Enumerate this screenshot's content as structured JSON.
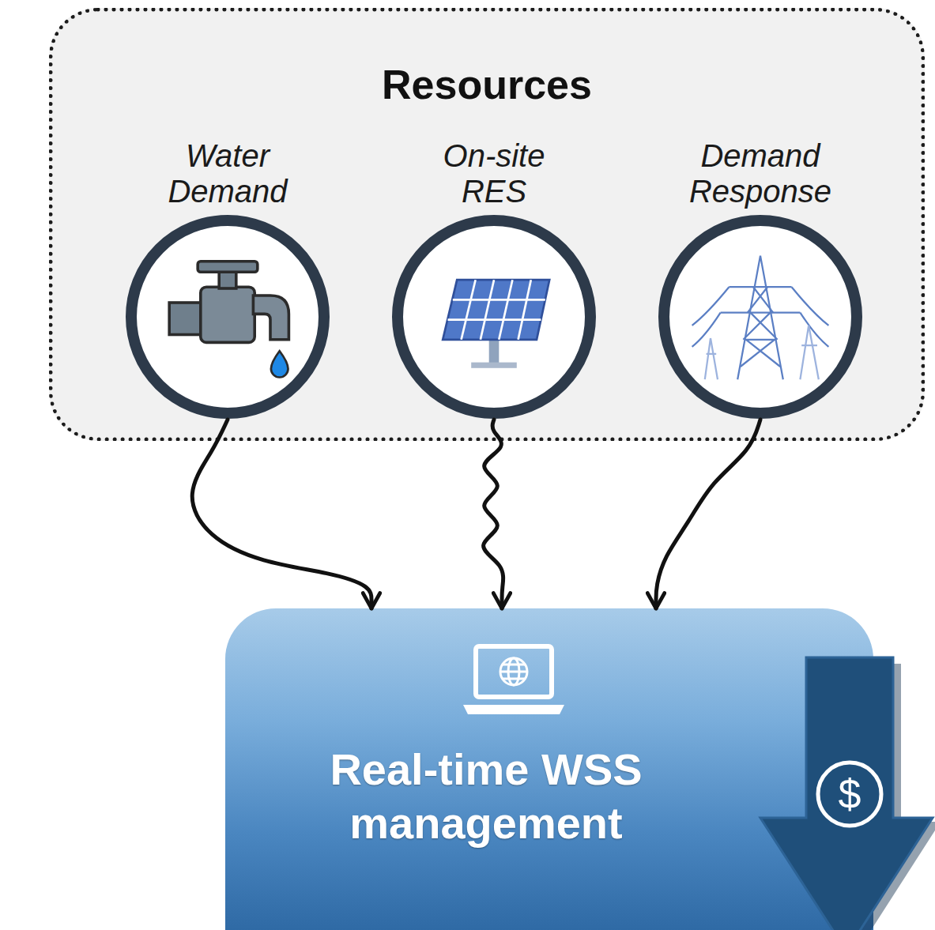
{
  "diagram": {
    "nodes": [
      {
        "text": [
          "Resources"
        ]
      },
      {
        "text": [
          "Water Demand"
        ],
        "in": 0
      },
      {
        "text": [
          "On-site RES"
        ],
        "in": 0
      },
      {
        "text": [
          "Demand Response"
        ],
        "in": 0
      },
      {
        "text": [
          "Real-time WSS management"
        ]
      }
    ],
    "edges": [
      {
        "from": 1,
        "to": 4,
        "arrow": "to"
      },
      {
        "from": 2,
        "to": 4,
        "arrow": "to"
      },
      {
        "from": 3,
        "to": 4,
        "arrow": "to"
      }
    ],
    "labels": [
      "$"
    ]
  }
}
